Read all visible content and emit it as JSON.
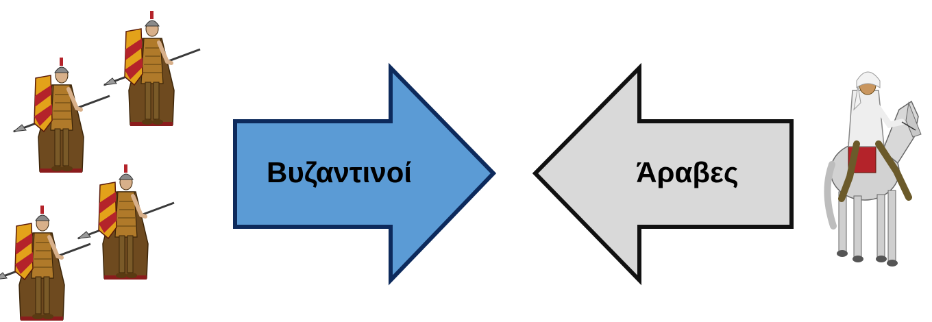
{
  "arrows": {
    "left": {
      "label": "Βυζαντινοί",
      "fill": "#5b9bd5",
      "stroke": "#0d2a5c"
    },
    "right": {
      "label": "Άραβες",
      "fill": "#d9d9d9",
      "stroke": "#111111"
    }
  },
  "figures": {
    "left_group": {
      "icon": "byzantine-soldiers-illustration",
      "count": 4
    },
    "right_figure": {
      "icon": "arab-horseman-illustration"
    }
  },
  "colors": {
    "shield_red": "#b4232a",
    "shield_gold": "#e3a21a",
    "cloak_brown": "#6e4a1f",
    "robe_white": "#eeeeee",
    "horse_grey": "#d2d2d2"
  }
}
